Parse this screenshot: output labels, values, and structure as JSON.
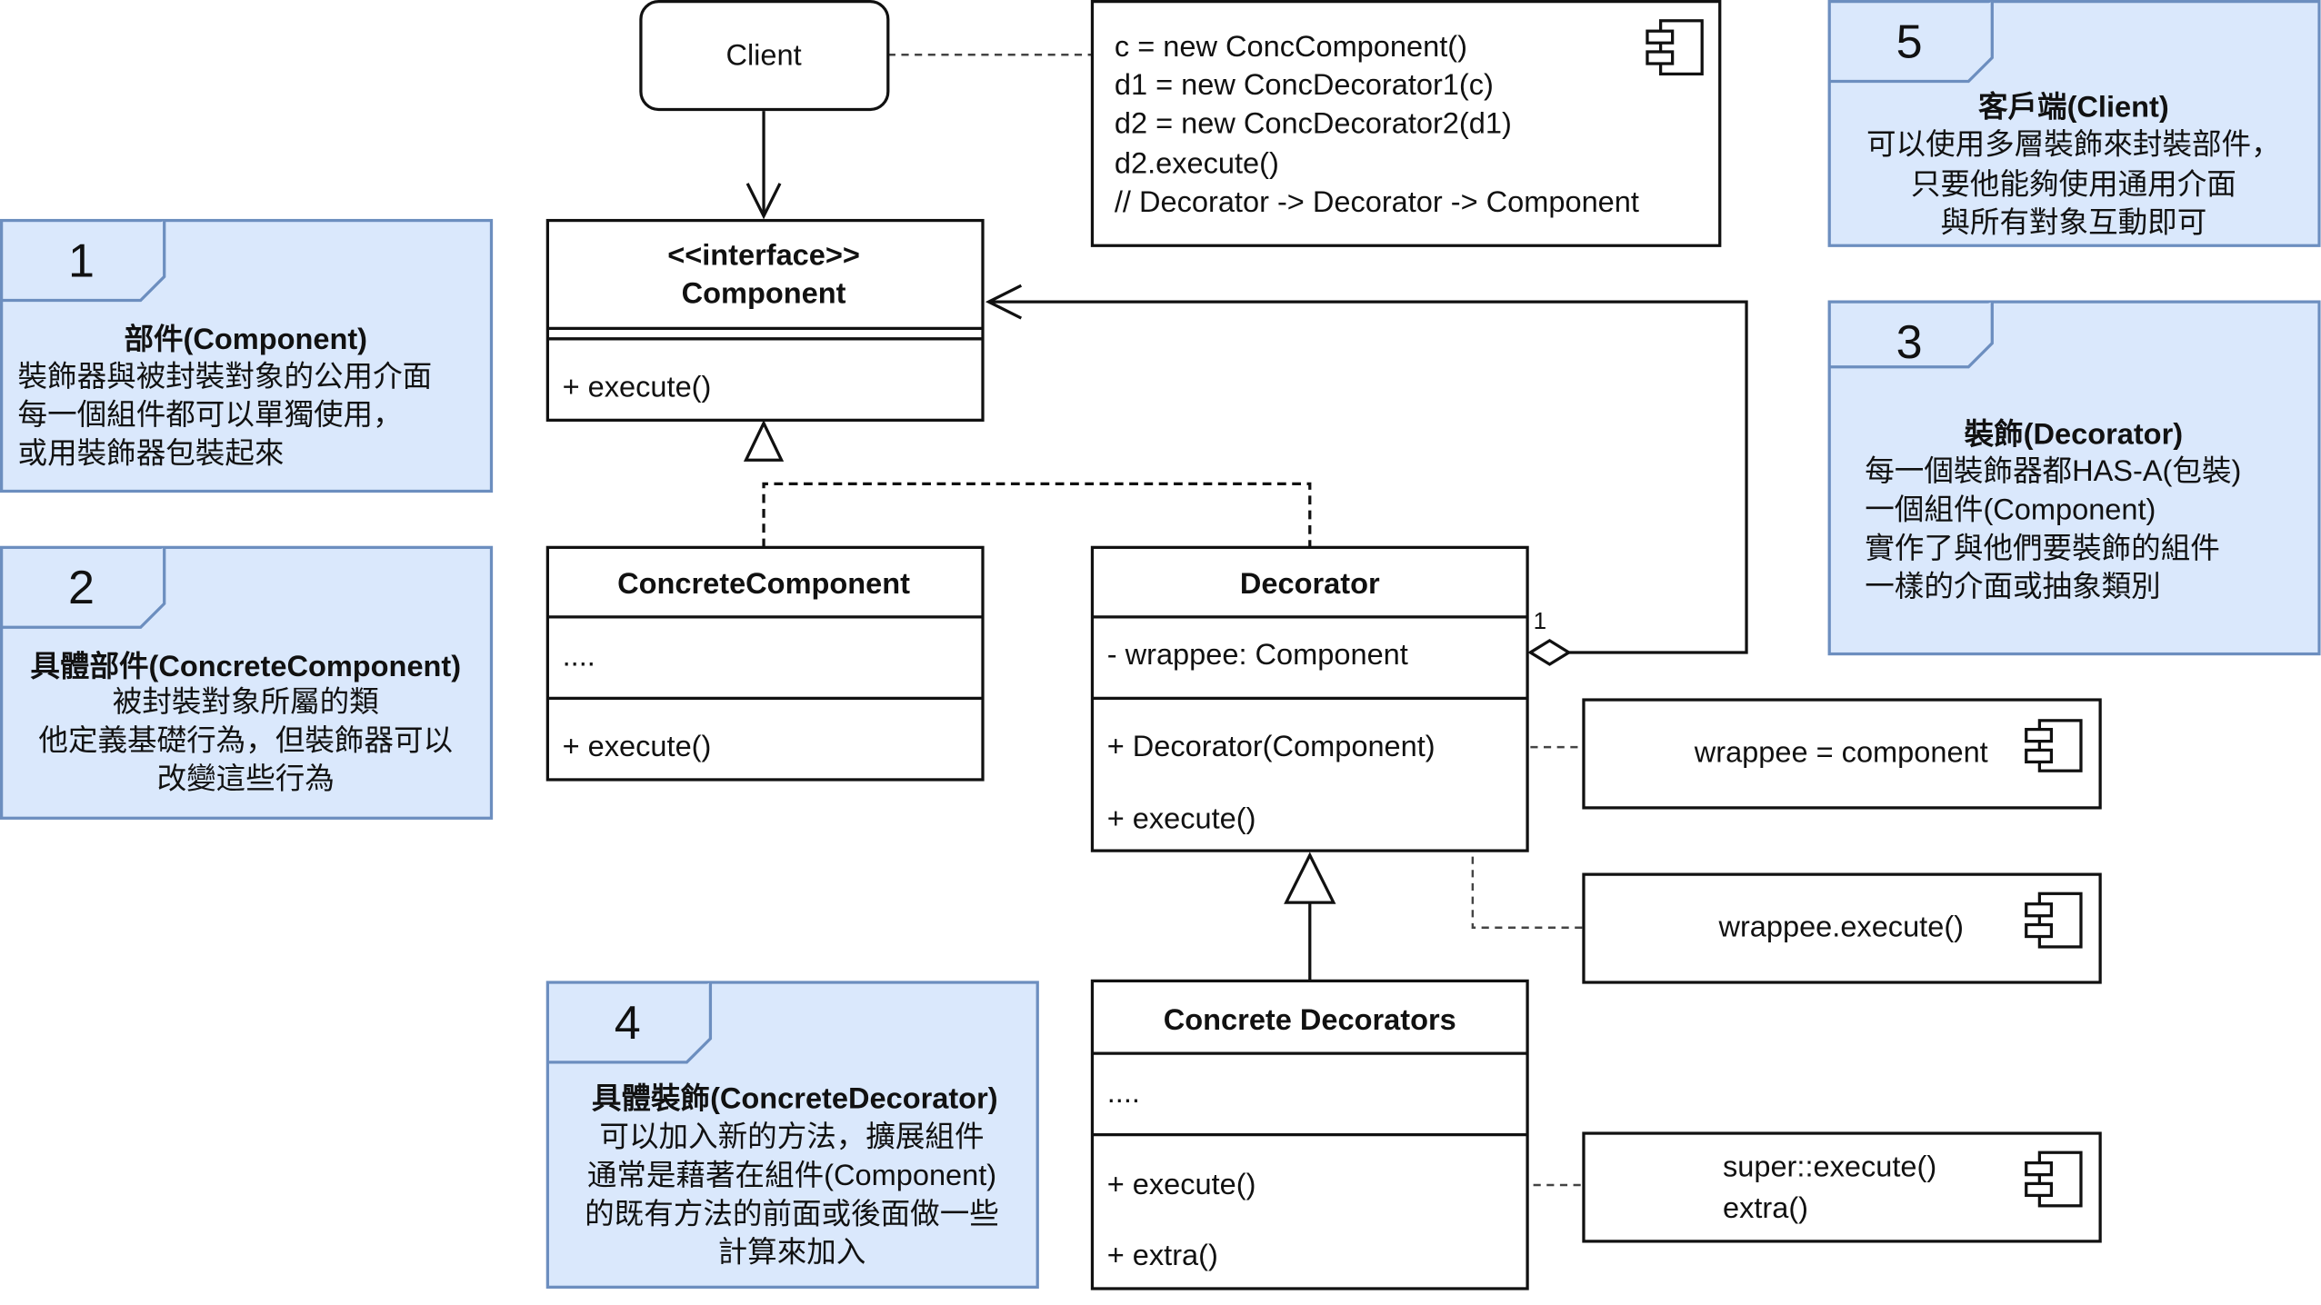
{
  "client": {
    "label": "Client"
  },
  "client_code": {
    "lines": [
      "c = new ConcComponent()",
      "d1 = new ConcDecorator1(c)",
      "d2 = new ConcDecorator2(d1)",
      "d2.execute()",
      "// Decorator -> Decorator -> Component"
    ]
  },
  "component": {
    "stereotype": "<<interface>>",
    "name": "Component",
    "method": "+ execute()"
  },
  "concrete_component": {
    "name": "ConcreteComponent",
    "field": "....",
    "method": "+ execute()"
  },
  "decorator": {
    "name": "Decorator",
    "field": "- wrappee: Component",
    "constructor": "+ Decorator(Component)",
    "method": "+ execute()",
    "multiplicity": "1"
  },
  "concrete_decorators": {
    "name": "Concrete Decorators",
    "field": "....",
    "method1": "+ execute()",
    "method2": "+ extra()"
  },
  "code_notes": {
    "ctor": "wrappee = component",
    "exec": "wrappee.execute()",
    "concrete": [
      "super::execute()",
      "extra()"
    ]
  },
  "notes": {
    "n1": {
      "number": "1",
      "title": "部件(Component)",
      "lines": [
        "裝飾器與被封裝對象的公用介面",
        "每一個組件都可以單獨使用，",
        "或用裝飾器包裝起來"
      ]
    },
    "n2": {
      "number": "2",
      "title": "具體部件(ConcreteComponent)",
      "lines": [
        "被封裝對象所屬的類",
        "他定義基礎行為，但裝飾器可以",
        "改變這些行為"
      ]
    },
    "n3": {
      "number": "3",
      "title": "裝飾(Decorator)",
      "lines": [
        "每一個裝飾器都HAS-A(包裝)",
        "一個組件(Component)",
        "實作了與他們要裝飾的組件",
        "一樣的介面或抽象類別"
      ]
    },
    "n4": {
      "number": "4",
      "title": "具體裝飾(ConcreteDecorator)",
      "lines": [
        "可以加入新的方法，擴展組件",
        "通常是藉著在組件(Component)",
        "的既有方法的前面或後面做一些",
        "計算來加入"
      ]
    },
    "n5": {
      "number": "5",
      "title": "客戶端(Client)",
      "lines": [
        "可以使用多層裝飾來封裝部件，",
        "只要他能夠使用通用介面",
        "與所有對象互動即可"
      ]
    }
  },
  "colors": {
    "note_fill": "#dae8fc",
    "note_stroke": "#6c8ebf",
    "line": "#111111"
  }
}
